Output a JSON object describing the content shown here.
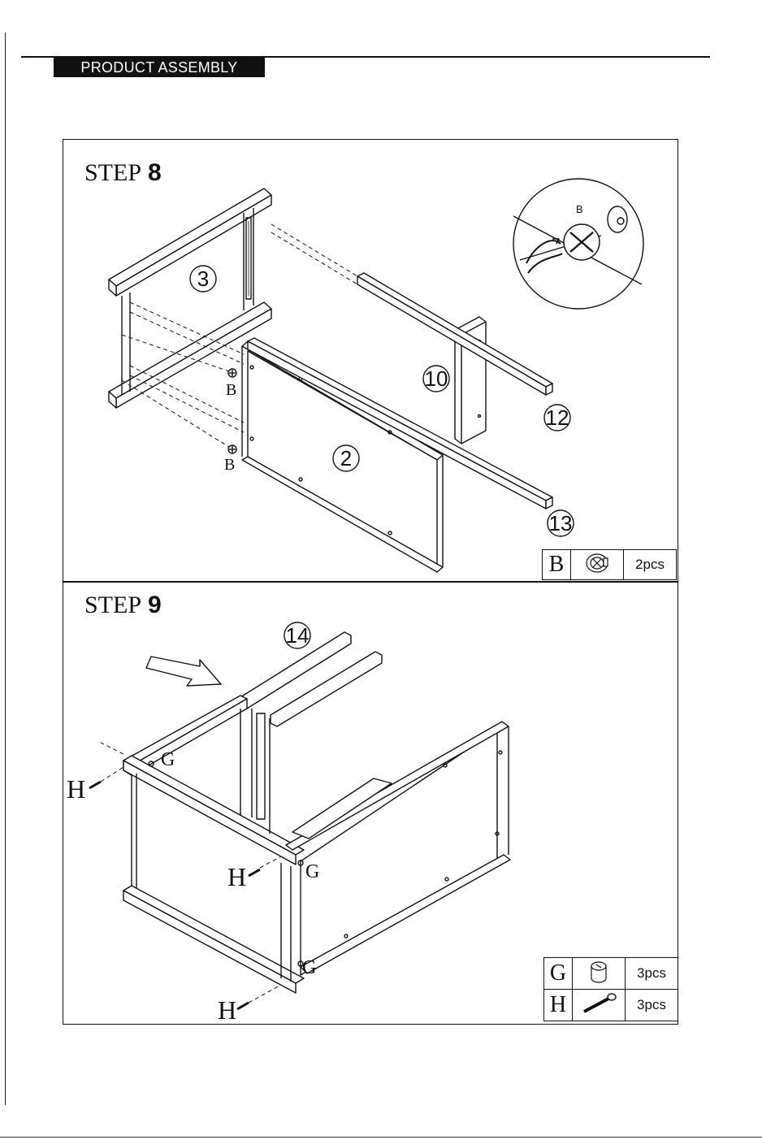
{
  "header": {
    "title": "PRODUCT ASSEMBLY"
  },
  "step8": {
    "label": "STEP",
    "number": "8",
    "callouts": {
      "p3": "3",
      "p2": "2",
      "p10": "10",
      "p12": "12",
      "p13": "13"
    },
    "hardware_labels": {
      "b1": "B",
      "b2": "B",
      "detail_b": "B"
    },
    "parts": [
      {
        "letter": "B",
        "icon": "cam-lock-icon",
        "qty": "2pcs"
      }
    ]
  },
  "step9": {
    "label": "STEP",
    "number": "9",
    "callouts": {
      "p14": "14"
    },
    "hardware_labels": {
      "g1": "G",
      "g2": "G",
      "g3": "G",
      "h1": "H",
      "h2": "H",
      "h3": "H"
    },
    "parts": [
      {
        "letter": "G",
        "icon": "cam-nut-icon",
        "qty": "3pcs"
      },
      {
        "letter": "H",
        "icon": "cam-bolt-icon",
        "qty": "3pcs"
      }
    ]
  }
}
